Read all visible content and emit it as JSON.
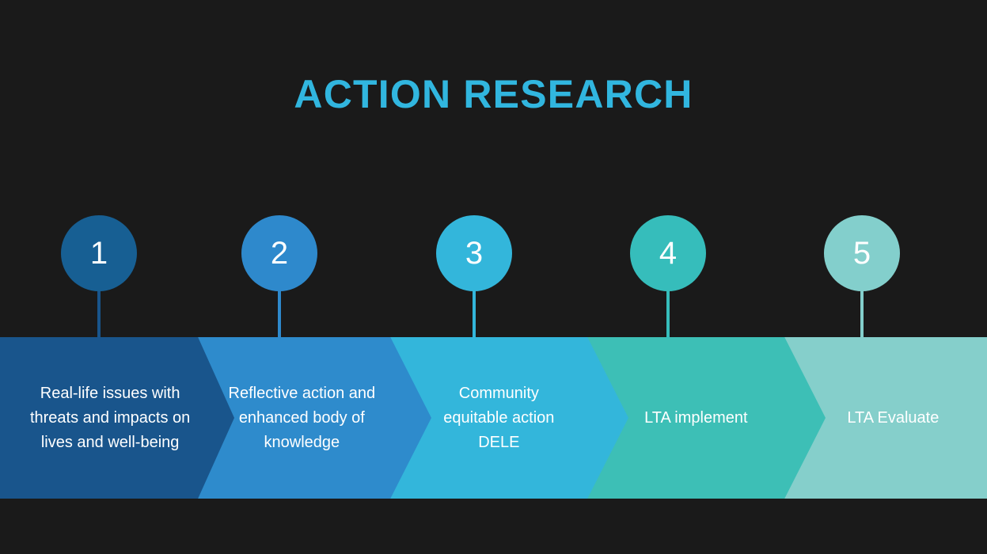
{
  "slide": {
    "background_color": "#1a1a1a",
    "title": "ACTION RESEARCH",
    "title_color": "#31b6df"
  },
  "process": {
    "steps": [
      {
        "number": "1",
        "label": "Real-life issues with\nthreats and impacts on\nlives and well-being",
        "circle_color": "#175f93",
        "chevron_color": "#19558c",
        "stem_color": "#19558c"
      },
      {
        "number": "2",
        "label": "Reflective action and\nenhanced body of\nknowledge",
        "circle_color": "#2e89cc",
        "chevron_color": "#2e8bcc",
        "stem_color": "#2e89cc"
      },
      {
        "number": "3",
        "label": "Community\nequitable action\nDELE",
        "circle_color": "#33b6db",
        "chevron_color": "#33b6db",
        "stem_color": "#33b6db"
      },
      {
        "number": "4",
        "label": "LTA implement",
        "circle_color": "#36bdbb",
        "chevron_color": "#3dbfb6",
        "stem_color": "#36bdbb"
      },
      {
        "number": "5",
        "label": "LTA Evaluate",
        "circle_color": "#83cfcc",
        "chevron_color": "#85cfcb",
        "stem_color": "#83cfcc"
      },
      {
        "number": "",
        "label": "",
        "circle_color": "",
        "chevron_color": "#85cfcb",
        "stem_color": ""
      }
    ]
  }
}
